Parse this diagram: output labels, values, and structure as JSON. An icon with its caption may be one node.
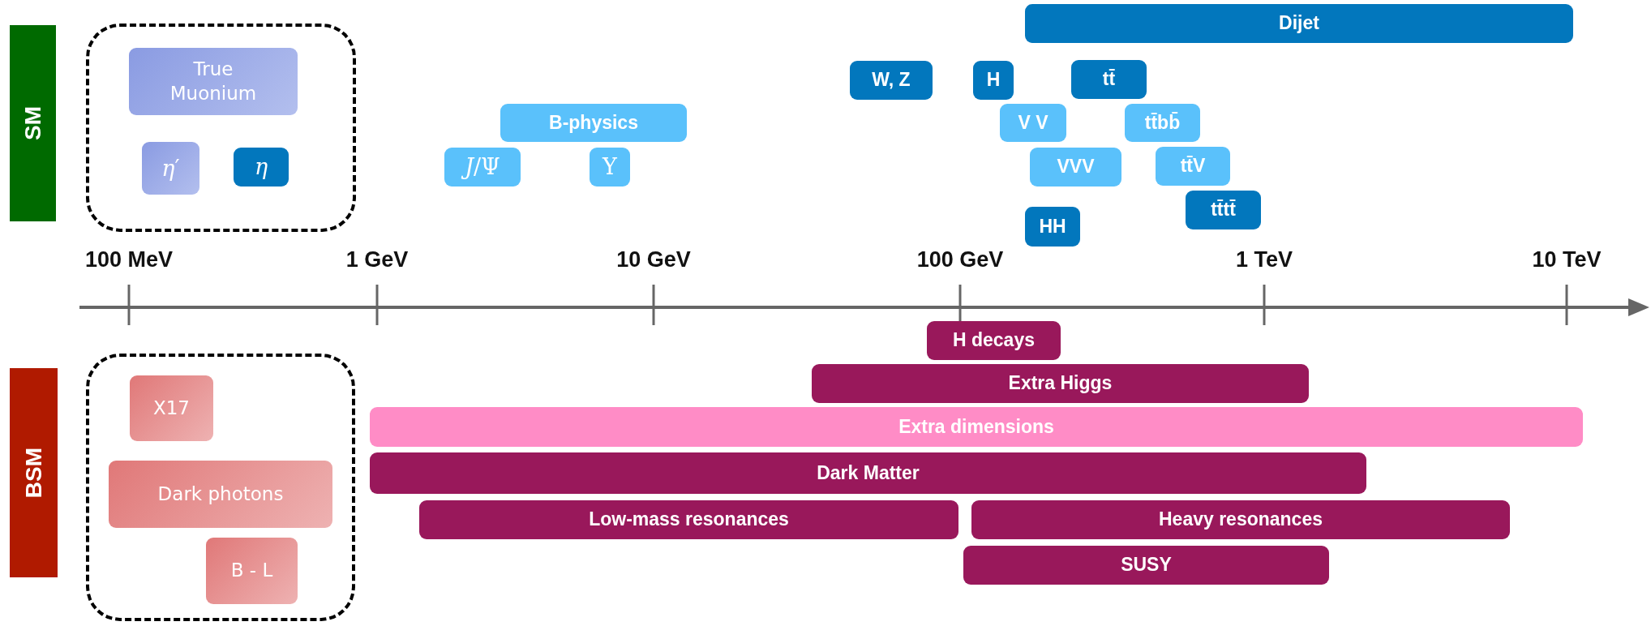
{
  "diagram": {
    "nodes": [
      {
        "text": [
          "SM"
        ]
      },
      {
        "text": [],
        "shape": "box"
      },
      {
        "text": [
          "True Muonium"
        ],
        "in": 1
      },
      {
        "text": [
          "*η*′"
        ],
        "in": 1
      },
      {
        "text": [
          "η"
        ],
        "in": 1
      },
      {
        "text": [
          "Dijet"
        ]
      },
      {
        "text": [
          "W, Z"
        ]
      },
      {
        "text": [
          "H"
        ]
      },
      {
        "text": [
          "tt̄"
        ]
      },
      {
        "text": [
          "B-physics"
        ]
      },
      {
        "text": [
          "V V"
        ]
      },
      {
        "text": [
          "tt̄bb̄"
        ]
      },
      {
        "text": [
          "*J*/Ψ"
        ]
      },
      {
        "text": [
          "Υ"
        ]
      },
      {
        "text": [
          "VVV"
        ]
      },
      {
        "text": [
          "tt̄V"
        ]
      },
      {
        "text": [
          "tt̄tt̄"
        ]
      },
      {
        "text": [
          "HH"
        ]
      },
      {
        "text": [
          "H decays"
        ]
      },
      {
        "text": [
          "BSM"
        ]
      },
      {
        "text": [],
        "shape": "box"
      },
      {
        "text": [
          "X17"
        ],
        "in": 20
      },
      {
        "text": [
          "Extra Higgs"
        ]
      },
      {
        "text": [
          "Extra dimensions"
        ]
      },
      {
        "text": [
          "Dark photons"
        ],
        "in": 20
      },
      {
        "text": [
          "Dark Matter"
        ]
      },
      {
        "text": [
          "Low-mass resonances"
        ]
      },
      {
        "text": [
          "Heavy resonances"
        ]
      },
      {
        "text": [
          "B - L"
        ],
        "in": 20
      },
      {
        "text": [
          "SUSY"
        ]
      }
    ],
    "labels": [
      "100 MeV",
      "1 GeV",
      "10 GeV",
      "100 GeV",
      "1 TeV",
      "10 TeV"
    ]
  }
}
